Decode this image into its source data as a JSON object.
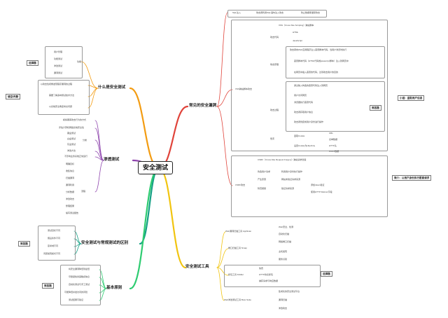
{
  "root": "安全测试",
  "main_nodes": {
    "what": "什么是安全测试",
    "pen": "渗透测试",
    "diff": "安全测试与常规测试的区别",
    "principles": "基本原则",
    "vulns": "常见的安全漏洞",
    "tools": "安全测试工具"
  },
  "what": {
    "funcs": [
      "用户管理",
      "功能测试",
      "渗透测试",
      "漏洞测试"
    ],
    "funcs_group": "功能",
    "l1": "以攻击性视角发现程序漏洞的过程",
    "l2": "需要了解多种测试技术方法",
    "l3": "以系统安全角度考虑问题",
    "tag_select": "选择题",
    "tag_judge": "填空/判断"
  },
  "pen": {
    "t1": "模拟黑客攻击行为的方式",
    "t2": "评估计算机网络系统安全性",
    "sub_a": "分类",
    "a_items": [
      "黑盒测试",
      "白盒测试",
      "灰盒测试"
    ],
    "t3": "渗透方法",
    "t4": "不影响业务系统正常运行",
    "sub_b": "流程",
    "b_items": [
      "明确目标",
      "收集信息",
      "扫描漏洞",
      "漏洞利用",
      "分析数据",
      "渗透攻击",
      "整理结果",
      "编写测试报告"
    ]
  },
  "diff": {
    "items": [
      "测试目标不同",
      "假设条件不同",
      "思考域不同",
      "问题发现模式不同"
    ],
    "tag": "简答题"
  },
  "principles": {
    "items": [
      "将安全漏洞降低到最低",
      "尽量避免暴露敏感信息",
      "自动化测试与手工测试",
      "可能降低并发访问的风险",
      "测试结果可验证"
    ],
    "tag": "简答题"
  },
  "vulns": {
    "top_a": "SQL注入",
    "top_a_desc": "攻击者利用SQL语句注入攻击",
    "top_a_desc2": "防止数据库遭受攻击",
    "xss": "XSS跨站脚本攻击",
    "xss_desc": "XSS（Cross Site Scripting）跨站脚本",
    "xss_types_label": "攻击代码",
    "xss_types": [
      "HTML",
      "JavaScript"
    ],
    "xss_def_label": "攻击原理",
    "xss_def1": "攻击者向Web应用程序注入恶意脚本代码，当用户浏览时执行",
    "xss_def2": "恶意脚本代码（HTML代码或javascript脚本）注入到网页中",
    "xss_def3": "在网页中插入恶意的代码，达到攻击用户的目的",
    "xss_proc_label": "攻击过程",
    "xss_proc1": "通过输入构造的恶意代码注入到网页",
    "xss_proc2": "用户访问网页",
    "xss_proc3": "浏览器执行恶意代码",
    "xss_proc4": "攻击者获取用户信息",
    "xss_proc5": "攻击者伪装成用户身份进行操作",
    "xss_hazard_label": "危害",
    "xss_hazard1": "盗取Cookie",
    "xss_hazard_items": [
      "URL",
      "表单数据",
      "HTTP头",
      "POST数据"
    ],
    "xss_defense": "设置Cookie为HttpOnly",
    "xss_tag": "小结：盗取用户信息",
    "tag_judge": "简答题",
    "csrf": "CSRF攻击",
    "csrf_desc": "CSRF（Cross-Site Request Forgery）跨站请求伪造",
    "csrf_l1": "伪造用户请求",
    "csrf_l2": "产生原因",
    "csrf_l3": "防范措施",
    "csrf_d1": "利用用户身份执行操作",
    "csrf_d2": "网站未验证请求来源",
    "csrf_d3": "验证请求来源",
    "csrf_d4": "添加token验证",
    "csrf_d5": "使用HTTP Referer字段",
    "csrf_tag": "简介：以用户身份执行恶意请求"
  },
  "tools": {
    "t1": "Web漏洞扫描工具 AppScan",
    "t1_items": [
      "Web安全、检测",
      "自动化扫描"
    ],
    "t2": "端口扫描工具 Nmap",
    "t2_items": [
      "网络端口扫描",
      "主机发现",
      "服务识别"
    ],
    "t3": "抓包工具 Fiddler",
    "t3_items": [
      "免费",
      "HTTP协议抓包",
      "捕获请求与响应数据"
    ],
    "t4": "Web渗透测试工具 Burp Suite",
    "t4_items": [
      "集成化的安全测试平台",
      "漏洞扫描",
      "渗透攻击"
    ],
    "tag": "选择题"
  },
  "colors": {
    "red": "#e0433a",
    "orange": "#f39c12",
    "purple": "#8e44ad",
    "green": "#2ecc71",
    "teal": "#16a085",
    "yellow": "#f1c40f",
    "blue": "#2980b9",
    "gray": "#95a5a6"
  }
}
